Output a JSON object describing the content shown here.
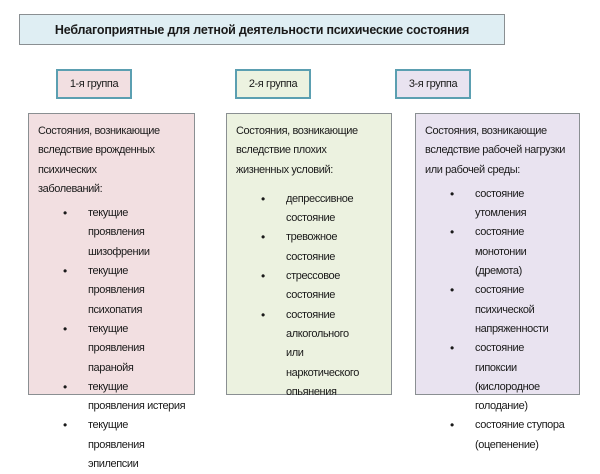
{
  "title": "Неблагоприятные для летной деятельности психические состояния",
  "groups": [
    {
      "label": "1-я группа",
      "color": "#f2dfe1",
      "intro": "Состояния, возникающие вследствие врожденных психических заболеваний:",
      "items": [
        "текущие проявления шизофрении",
        "текущие проявления психопатия",
        "текущие проявления паранойя",
        "текущие проявления истерия",
        "текущие проявления эпилепсии"
      ]
    },
    {
      "label": "2-я группа",
      "color": "#ecf2e0",
      "intro": "Состояния, возникающие вследствие плохих жизненных условий:",
      "items": [
        "депрессивное состояние",
        "тревожное состояние",
        "стрессовое состояние",
        "состояние алкогольного или наркотического опьянения"
      ]
    },
    {
      "label": "3-я группа",
      "color": "#e9e3f0",
      "intro": "Состояния, возникающие вследствие рабочей нагрузки или рабочей среды:",
      "items": [
        "состояние утомления",
        "состояние монотонии (дремота)",
        "состояние психической напряженности",
        "состояние гипоксии (кислородное голодание)",
        "состояние ступора (оцепенение)"
      ]
    }
  ]
}
